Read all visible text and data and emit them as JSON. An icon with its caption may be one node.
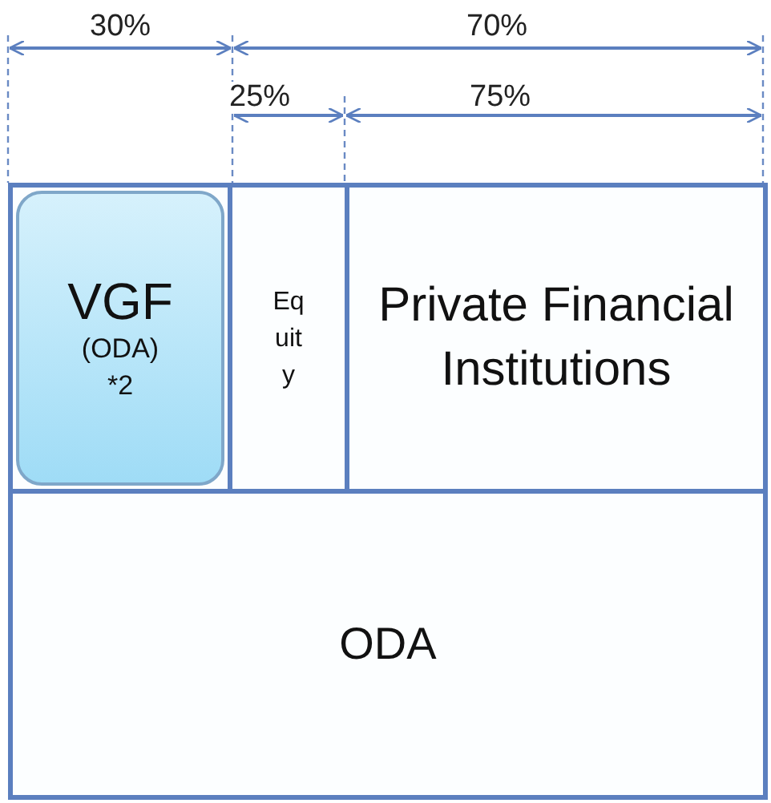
{
  "diagram": {
    "nodes": [
      {
        "text": [
          "VGF",
          "(ODA)",
          "*2"
        ]
      },
      {
        "text": [
          "Equity"
        ]
      },
      {
        "text": [
          "Private Financial Institutions"
        ]
      },
      {
        "text": [
          "ODA"
        ]
      }
    ],
    "labels": [
      "30%",
      "70%",
      "25%",
      "75%"
    ]
  }
}
